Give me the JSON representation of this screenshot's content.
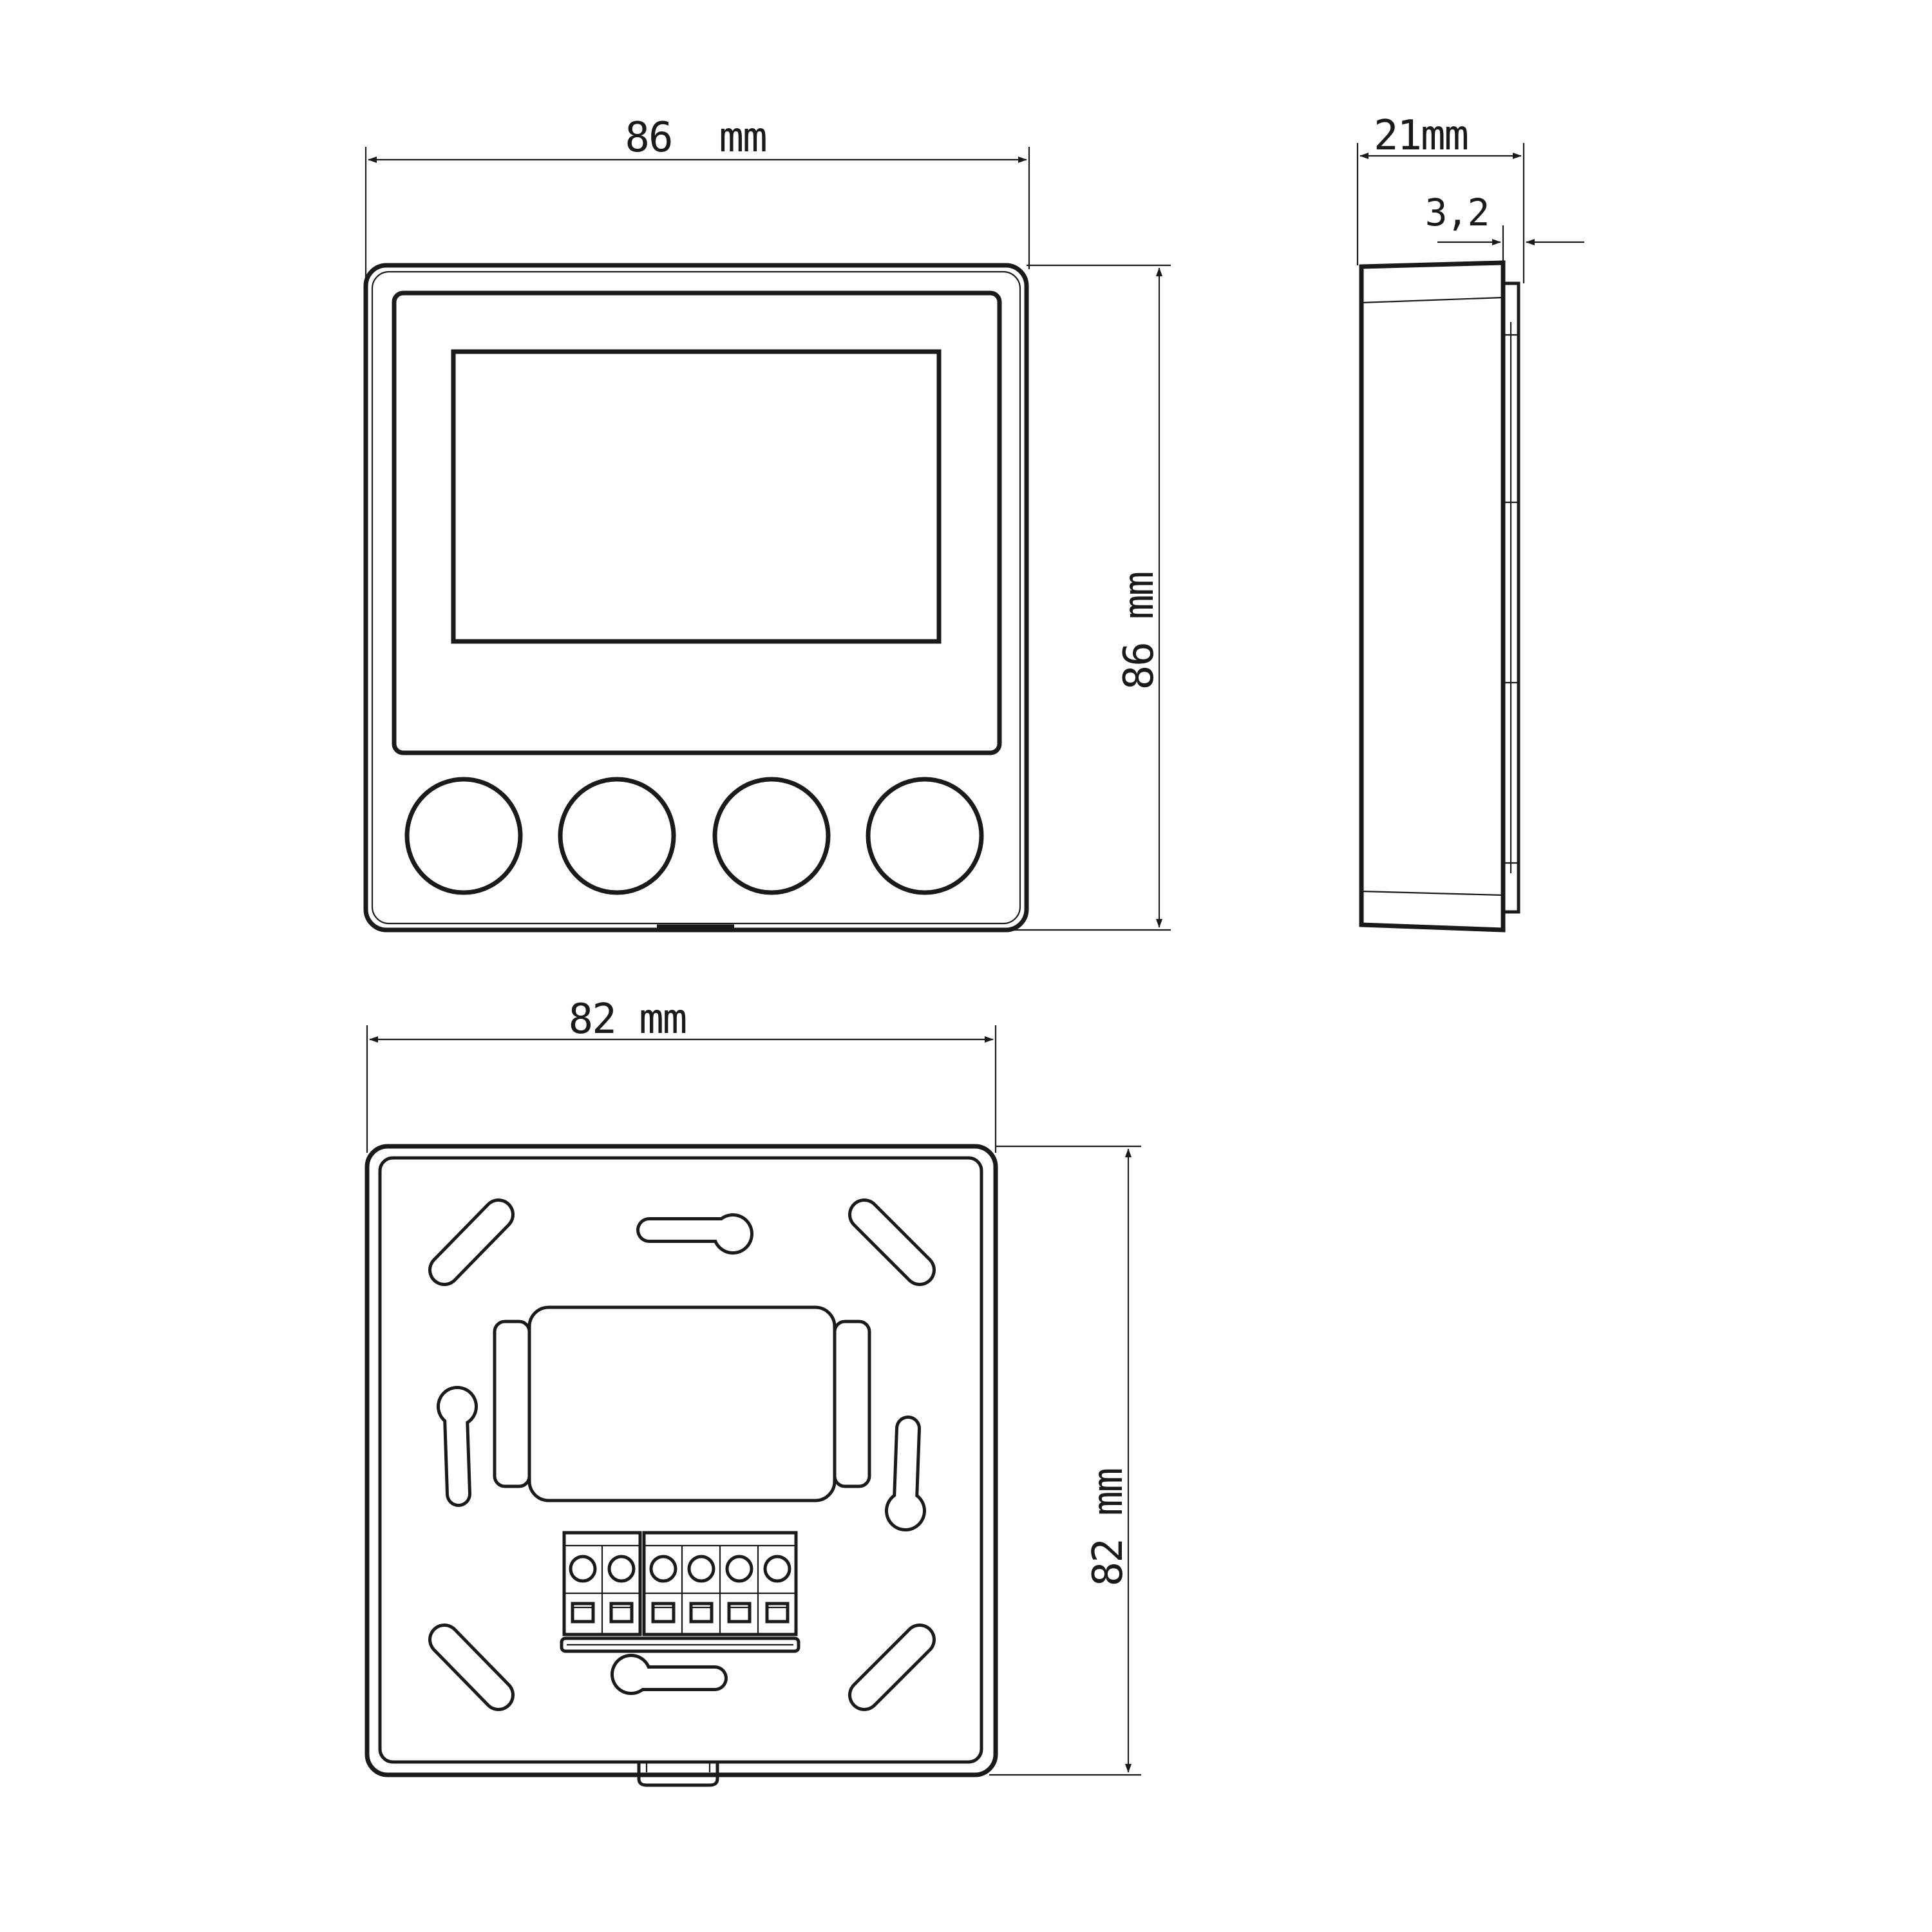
{
  "dimensions": {
    "front_width": "86  mm",
    "front_height": "86 mm",
    "side_depth": "21mm",
    "side_offset": "3,2",
    "back_width": "82 mm",
    "back_height": "82 mm"
  },
  "front_view": {
    "button_count": 4
  },
  "back_view": {
    "terminal_count": 6
  },
  "colors": {
    "line": "#1a1a1a",
    "background": "#ffffff"
  }
}
